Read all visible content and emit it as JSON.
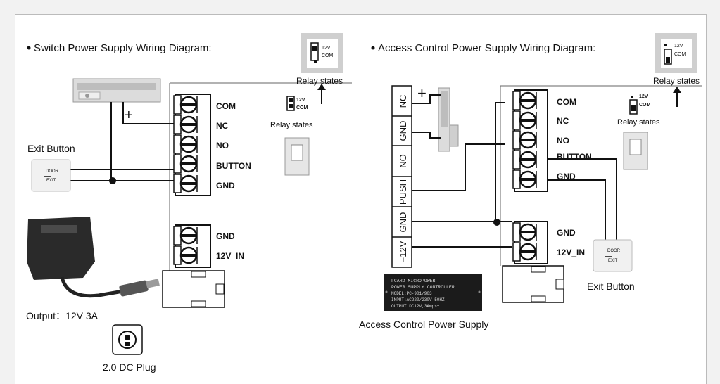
{
  "left": {
    "title": "Switch Power Supply Wiring Diagram:",
    "relay_label_top": "Relay states",
    "relay_label_small": "Relay states",
    "relay_12v": "12V",
    "relay_com": "COM",
    "terminals_top": [
      "COM",
      "NC",
      "NO",
      "BUTTON",
      "GND"
    ],
    "terminals_bottom": [
      "GND",
      "12V_IN"
    ],
    "exit_button_label": "Exit Button",
    "exit_door_text": "DOOR",
    "exit_exit_text": "EXIT",
    "plus_sign": "+",
    "adapter_output": "Output：12V 3A",
    "dc_plug_label": "2.0 DC Plug"
  },
  "right": {
    "title": "Access Control Power Supply Wiring Diagram:",
    "relay_label_top": "Relay states",
    "relay_label_small": "Relay states",
    "relay_12v": "12V",
    "relay_com": "COM",
    "terminals_top": [
      "COM",
      "NC",
      "NO",
      "BUTTON",
      "GND"
    ],
    "terminals_bottom": [
      "GND",
      "12V_IN"
    ],
    "ps_strip": [
      "NC",
      "GND",
      "NO",
      "PUSH",
      "GND",
      "+12V"
    ],
    "plus_sign": "+",
    "exit_button_label": "Exit Button",
    "exit_door_text": "DOOR",
    "exit_exit_text": "EXIT",
    "ps_plate": [
      "FCARD MICROPOWER",
      "POWER  SUPPLY CONTROLLER",
      "MODEL:PC-901/903",
      "INPUT:AC220/230V  50HZ",
      "OUTPUT:DC12V,3Amps+"
    ],
    "ps_label": "Access Control Power Supply"
  }
}
